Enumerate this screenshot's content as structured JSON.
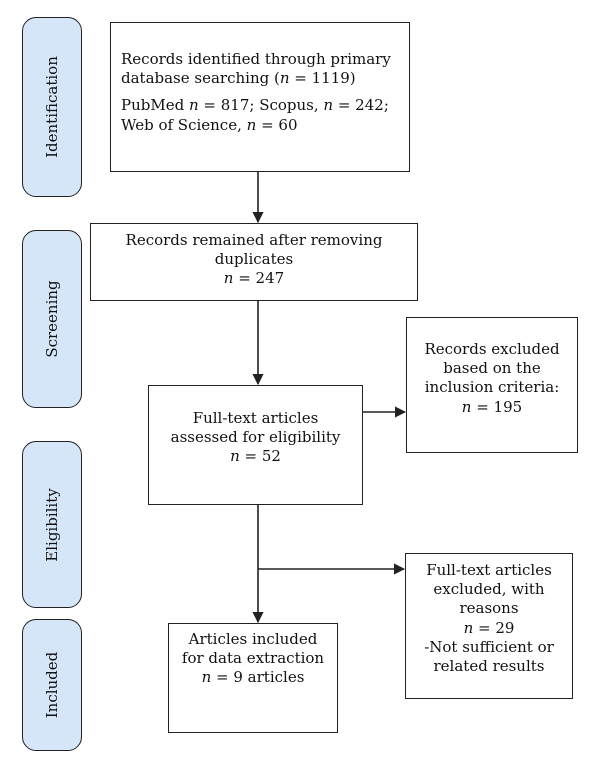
{
  "stages": {
    "identification": "Identification",
    "screening": "Screening",
    "eligibility": "Eligibility",
    "included": "Included"
  },
  "boxes": {
    "identified": {
      "line1": "Records identified through primary database searching (",
      "n_label": "n",
      "line1_tail": " = 1119)",
      "pubmed": "PubMed ",
      "pubmed_n": "n",
      "pubmed_tail": " = 817; Scopus, ",
      "scopus_n": "n",
      "scopus_tail": " = 242; Web of Science, ",
      "wos_n": "n",
      "wos_tail": " = 60"
    },
    "after_duplicates": {
      "title": "Records remained after removing duplicates",
      "n_label": "n",
      "value": " = 247"
    },
    "excluded_criteria": {
      "title": "Records excluded based on the inclusion criteria:",
      "n_label": "n",
      "value": " = 195"
    },
    "full_text_assessed": {
      "title": "Full-text articles assessed for eligibility",
      "n_label": "n",
      "value": " = 52"
    },
    "full_text_excluded": {
      "title": "Full-text articles excluded, with reasons",
      "n_label": "n",
      "value": " = 29",
      "reason": "-Not sufficient or related results"
    },
    "included": {
      "title": "Articles included for data extraction",
      "n_label": "n",
      "value": " = 9 articles"
    }
  }
}
